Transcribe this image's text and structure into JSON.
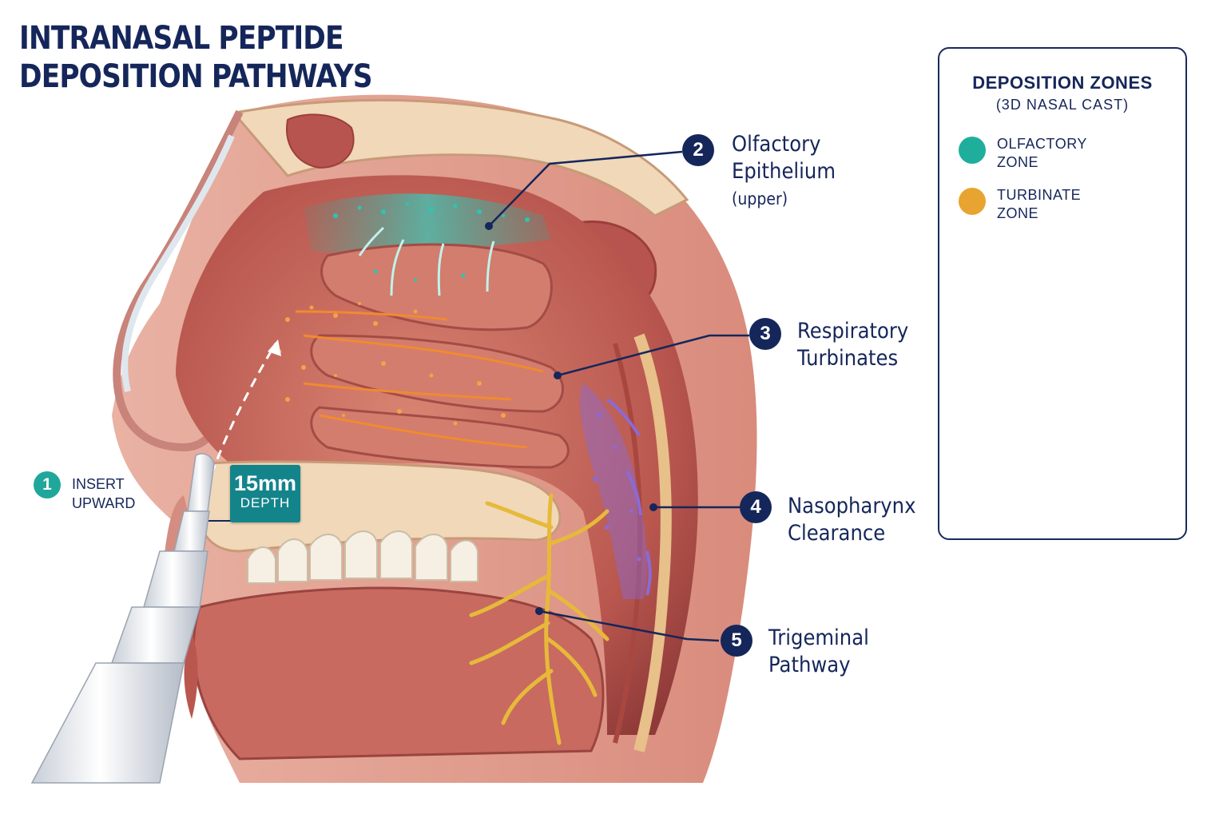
{
  "title": {
    "line1": "INTRANASAL PEPTIDE",
    "line2": "DEPOSITION PATHWAYS"
  },
  "steps": [
    {
      "number": "1",
      "label_line1": "INSERT",
      "label_line2": "UPWARD"
    },
    {
      "number": "2",
      "label_line1": "Olfactory",
      "label_line2": "Epithelium",
      "label_line3": "(upper)"
    },
    {
      "number": "3",
      "label_line1": "Respiratory",
      "label_line2": "Turbinates"
    },
    {
      "number": "4",
      "label_line1": "Nasopharynx",
      "label_line2": "Clearance"
    },
    {
      "number": "5",
      "label_line1": "Trigeminal",
      "label_line2": "Pathway"
    }
  ],
  "depth_marker": {
    "value": "15mm",
    "label": "DEPTH"
  },
  "legend": {
    "title": "DEPOSITION ZONES",
    "subtitle": "(3D NASAL CAST)",
    "items": [
      {
        "label_line1": "OLFACTORY",
        "label_line2": "ZONE",
        "color": "#1fae9c"
      },
      {
        "label_line1": "TURBINATE",
        "label_line2": "ZONE",
        "color": "#e8a430"
      }
    ]
  },
  "colors": {
    "navy": "#15265a",
    "teal": "#1fae9c",
    "orange": "#e8a430",
    "tissue": "#c96a5f",
    "purple": "#8a6ad8",
    "nerve": "#e7b93a"
  }
}
